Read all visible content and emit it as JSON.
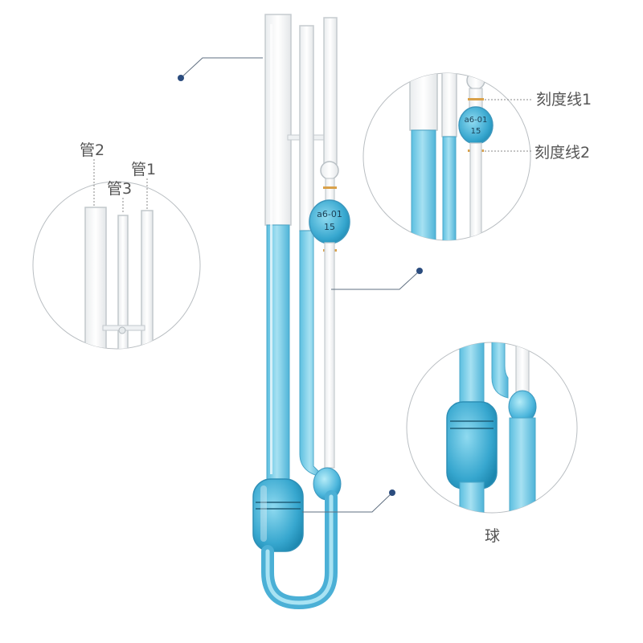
{
  "labels": {
    "tube1": "管1",
    "tube2": "管2",
    "tube3": "管3",
    "mark1": "刻度线1",
    "mark2": "刻度线2",
    "bulb": "球"
  },
  "markings": {
    "main_bulb": "a6-01",
    "main_bulb_num": "15",
    "zoom_bulb": "a6-01",
    "zoom_bulb_num": "15"
  },
  "colors": {
    "liquid": "#7fd0ea",
    "liquid_dark": "#2f9fc4",
    "glass": "#bfc5ca",
    "pointer": "#2b4c7e"
  }
}
